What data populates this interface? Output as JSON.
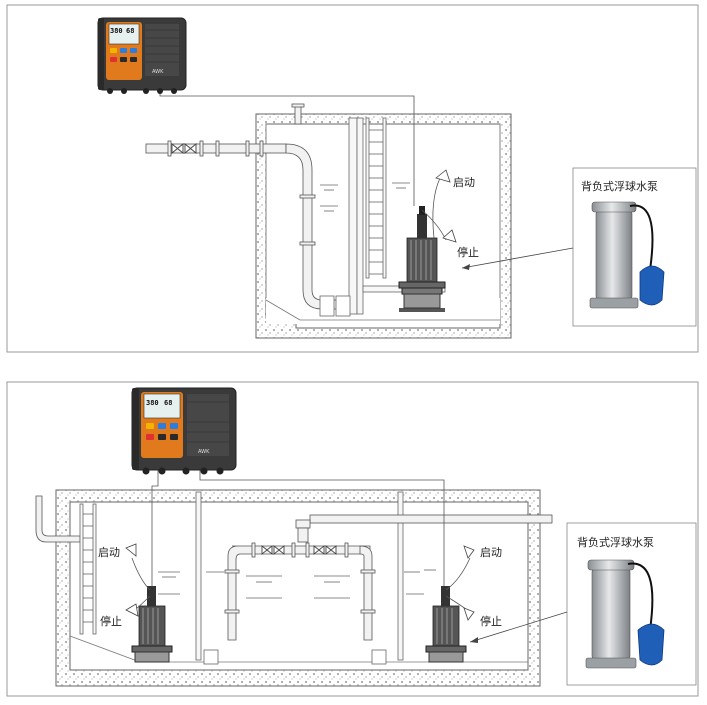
{
  "panels": [
    {
      "controller": {
        "display_left": "380",
        "display_right": "68",
        "brand": "AWK"
      },
      "callout_title": "背负式浮球水泵",
      "start_label": "启动",
      "stop_label": "停止"
    },
    {
      "controller": {
        "display_left": "380",
        "display_right": "68",
        "brand": "AWK"
      },
      "callout_title": "背负式浮球水泵",
      "start_label_left": "启动",
      "stop_label_left": "停止",
      "start_label_right": "启动",
      "stop_label_right": "停止"
    }
  ],
  "colors": {
    "controller_body": "#3a3a3a",
    "controller_trim": "#e07a1c",
    "float_ball": "#1f5fb8",
    "pump_steel": "#b8bcc0",
    "pipe_fill": "#f2f2f2",
    "line": "#555555"
  }
}
